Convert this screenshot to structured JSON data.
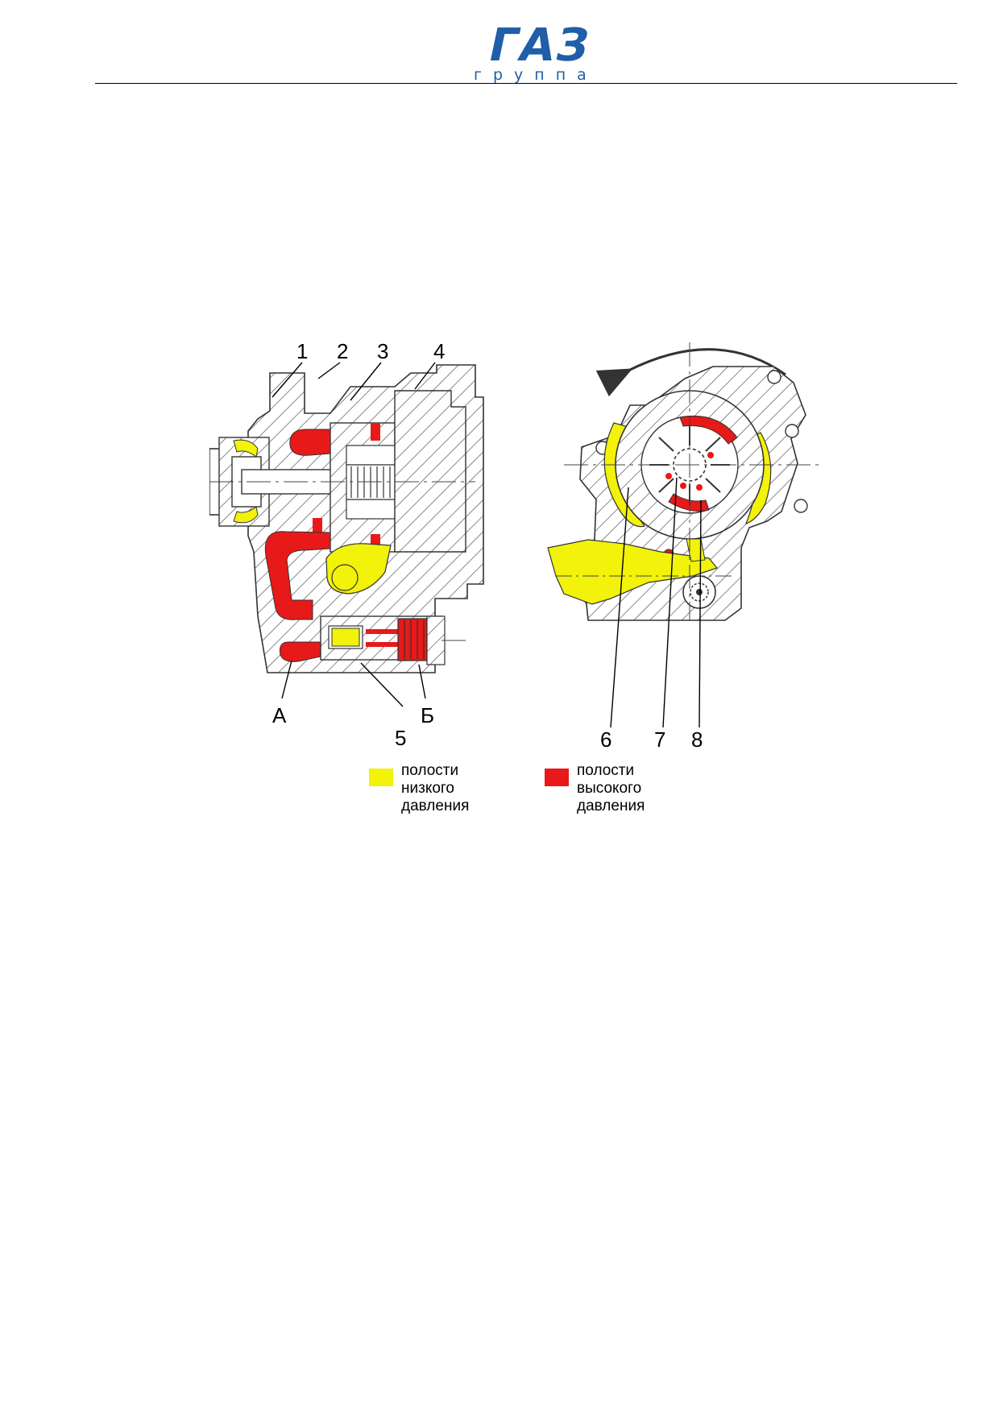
{
  "header": {
    "logo_main": "ГАЗ",
    "logo_sub": "группа",
    "brand_color": "#1f5ea8"
  },
  "figure": {
    "callouts": [
      "1",
      "2",
      "3",
      "4",
      "А",
      "5",
      "Б",
      "6",
      "7",
      "8"
    ],
    "icons": [
      "rotation-arrow-icon"
    ],
    "colors": {
      "low_pressure": "#f2f20a",
      "high_pressure": "#e81919",
      "hatch": "#555555"
    }
  },
  "legend": {
    "items": [
      {
        "label": "полости\nнизкого\nдавления",
        "color": "#f2f20a"
      },
      {
        "label": "полости\nвысокого\nдавления",
        "color": "#e81919"
      }
    ]
  }
}
